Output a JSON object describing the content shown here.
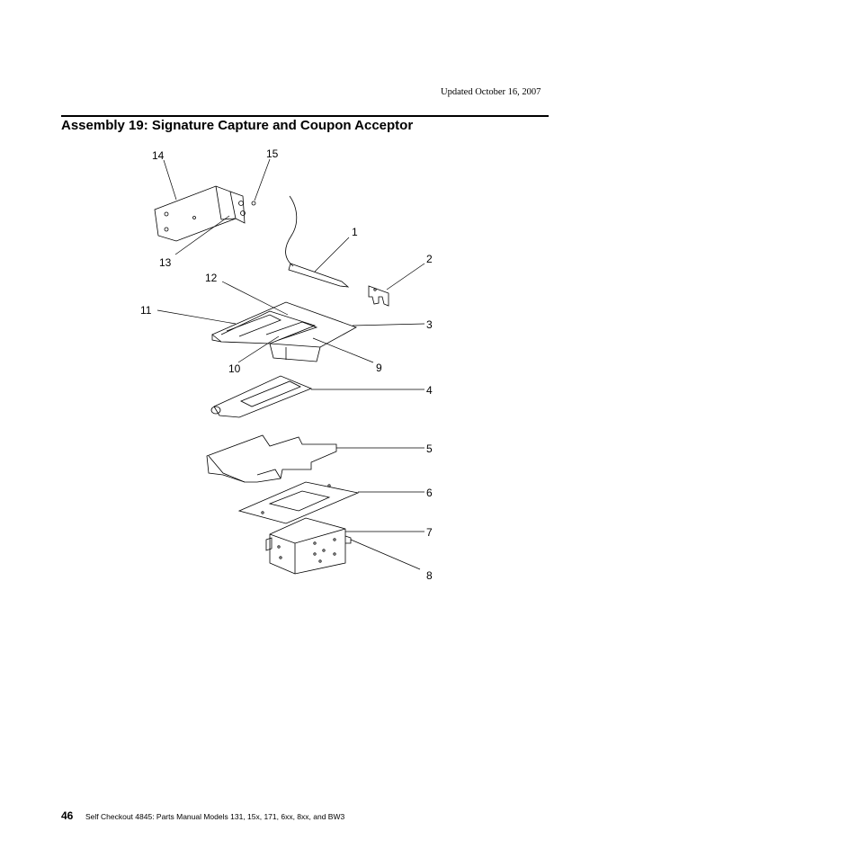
{
  "header": {
    "updated": "Updated October 16, 2007"
  },
  "section": {
    "title": "Assembly 19: Signature Capture and Coupon Acceptor"
  },
  "figure": {
    "callouts": [
      "1",
      "2",
      "3",
      "4",
      "5",
      "6",
      "7",
      "8",
      "9",
      "10",
      "11",
      "12",
      "13",
      "14",
      "15"
    ]
  },
  "footer": {
    "page_number": "46",
    "text": "Self Checkout 4845:  Parts Manual Models 131, 15x, 171, 6xx, 8xx, and BW3"
  }
}
